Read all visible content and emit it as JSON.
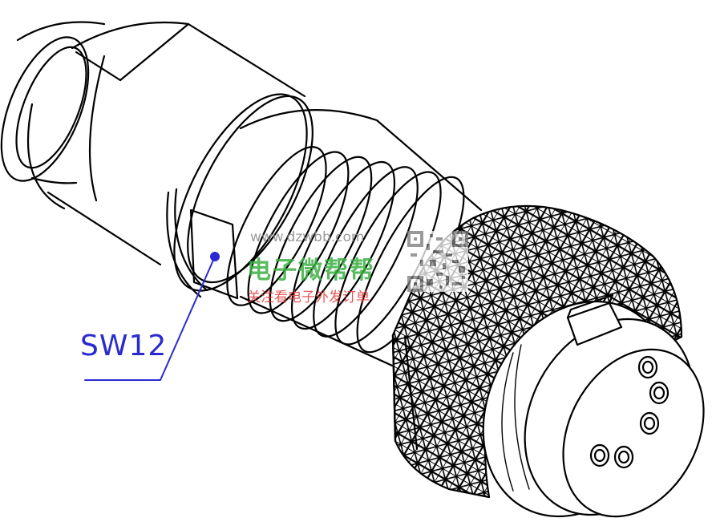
{
  "callout": {
    "label": "SW12",
    "color": "#2a2ad0"
  },
  "watermark": {
    "url": "www.dzwbb.com",
    "brand": "电子微帮帮",
    "slogan": "关注看电子外发订单",
    "brand_color": "#3cb043",
    "slogan_color": "#e23b3b"
  },
  "icons": [
    "qr-code-icon",
    "connector-drawing"
  ]
}
